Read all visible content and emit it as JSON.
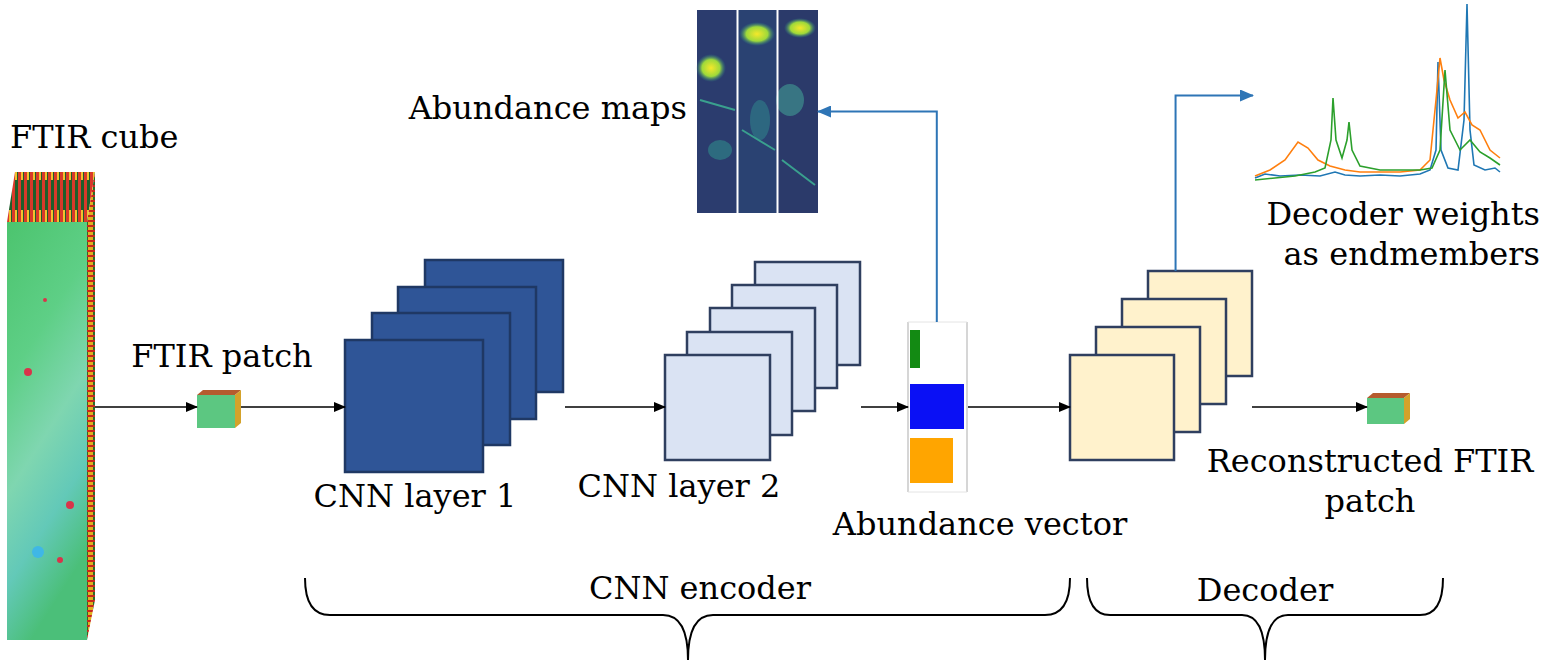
{
  "diagram": {
    "nodes": [
      {
        "text": [
          "FTIR cube"
        ]
      },
      {
        "text": [
          "FTIR patch"
        ]
      },
      {
        "text": [
          "CNN layer 1"
        ]
      },
      {
        "text": [
          "CNN layer 2"
        ]
      },
      {
        "text": [
          "Abundance vector"
        ]
      },
      {
        "text": [
          "Abundance maps"
        ]
      },
      {
        "text": [
          "Decoder"
        ]
      },
      {
        "text": [
          "Reconstructed FTIR patch"
        ]
      },
      {
        "text": [
          "Decoder weights as endmembers"
        ]
      }
    ],
    "edges": [
      {
        "from": 0,
        "to": 1,
        "arrow": "to"
      },
      {
        "from": 1,
        "to": 2,
        "arrow": "to"
      },
      {
        "from": 2,
        "to": 3,
        "arrow": "to"
      },
      {
        "from": 3,
        "to": 4,
        "arrow": "to"
      },
      {
        "from": 4,
        "to": 6,
        "arrow": "to"
      },
      {
        "from": 6,
        "to": 7,
        "arrow": "to"
      },
      {
        "from": 4,
        "to": 5,
        "arrow": "to"
      },
      {
        "from": 6,
        "to": 8,
        "arrow": "to"
      }
    ],
    "labels": [
      "CNN encoder"
    ]
  }
}
